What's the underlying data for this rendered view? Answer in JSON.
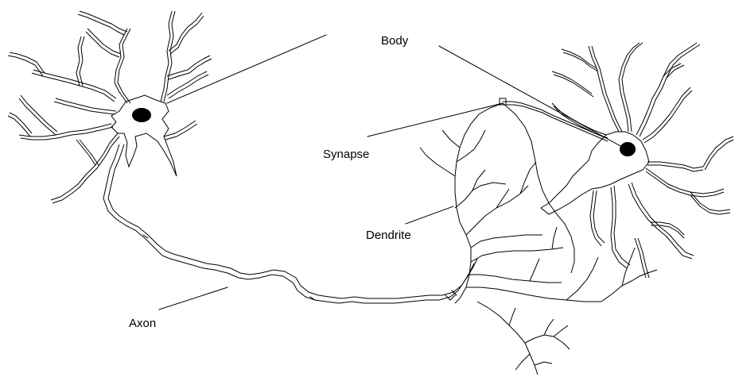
{
  "labels": {
    "body": "Body",
    "synapse": "Synapse",
    "dendrite": "Dendrite",
    "axon": "Axon"
  },
  "colors": {
    "line": "#000000",
    "background": "#ffffff",
    "nucleus": "#000000"
  }
}
